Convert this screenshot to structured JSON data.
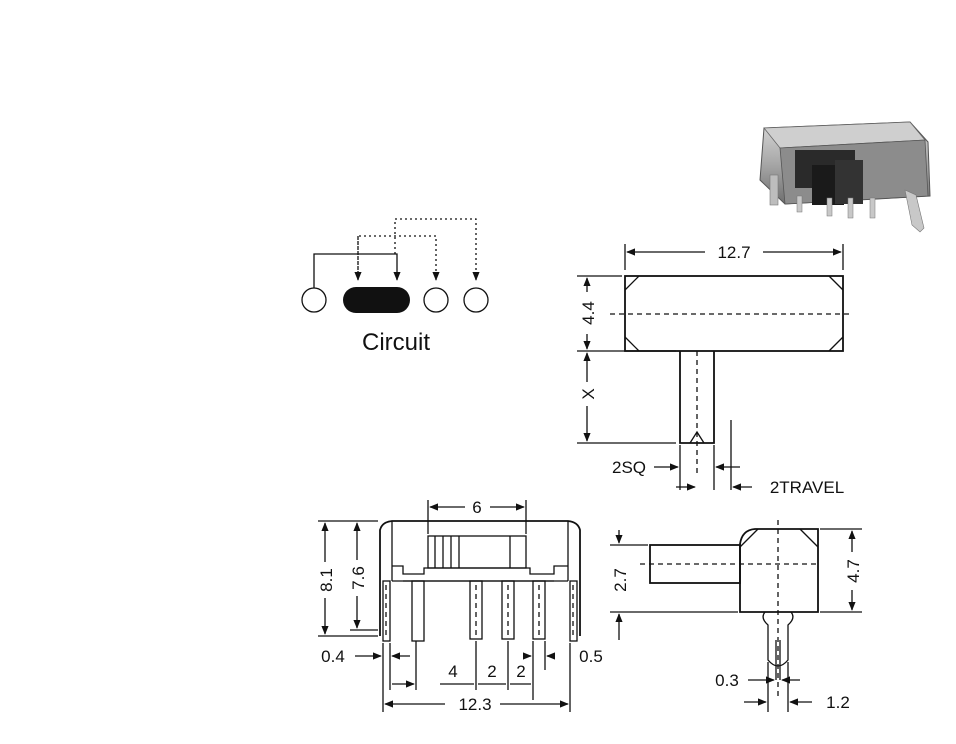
{
  "circuit": {
    "label": "Circuit"
  },
  "top_view": {
    "width": "12.7",
    "height": "4.4",
    "actuator_length": "X",
    "actuator_size": "2SQ",
    "travel": "2TRAVEL"
  },
  "front_view": {
    "actuator_slot": "6",
    "total_height": "8.1",
    "body_height": "7.6",
    "pin_width_left": "0.4",
    "pin_width_right": "0.5",
    "pitch_outer": "4",
    "pitch_inner_1": "2",
    "pitch_inner_2": "2",
    "total_width": "12.3"
  },
  "side_view": {
    "actuator_height": "2.7",
    "body_height": "4.7",
    "pin_thickness": "0.3",
    "lug_width": "1.2"
  },
  "colors": {
    "line": "#111111",
    "background": "#ffffff",
    "switch_body": "#9a9a9a"
  }
}
